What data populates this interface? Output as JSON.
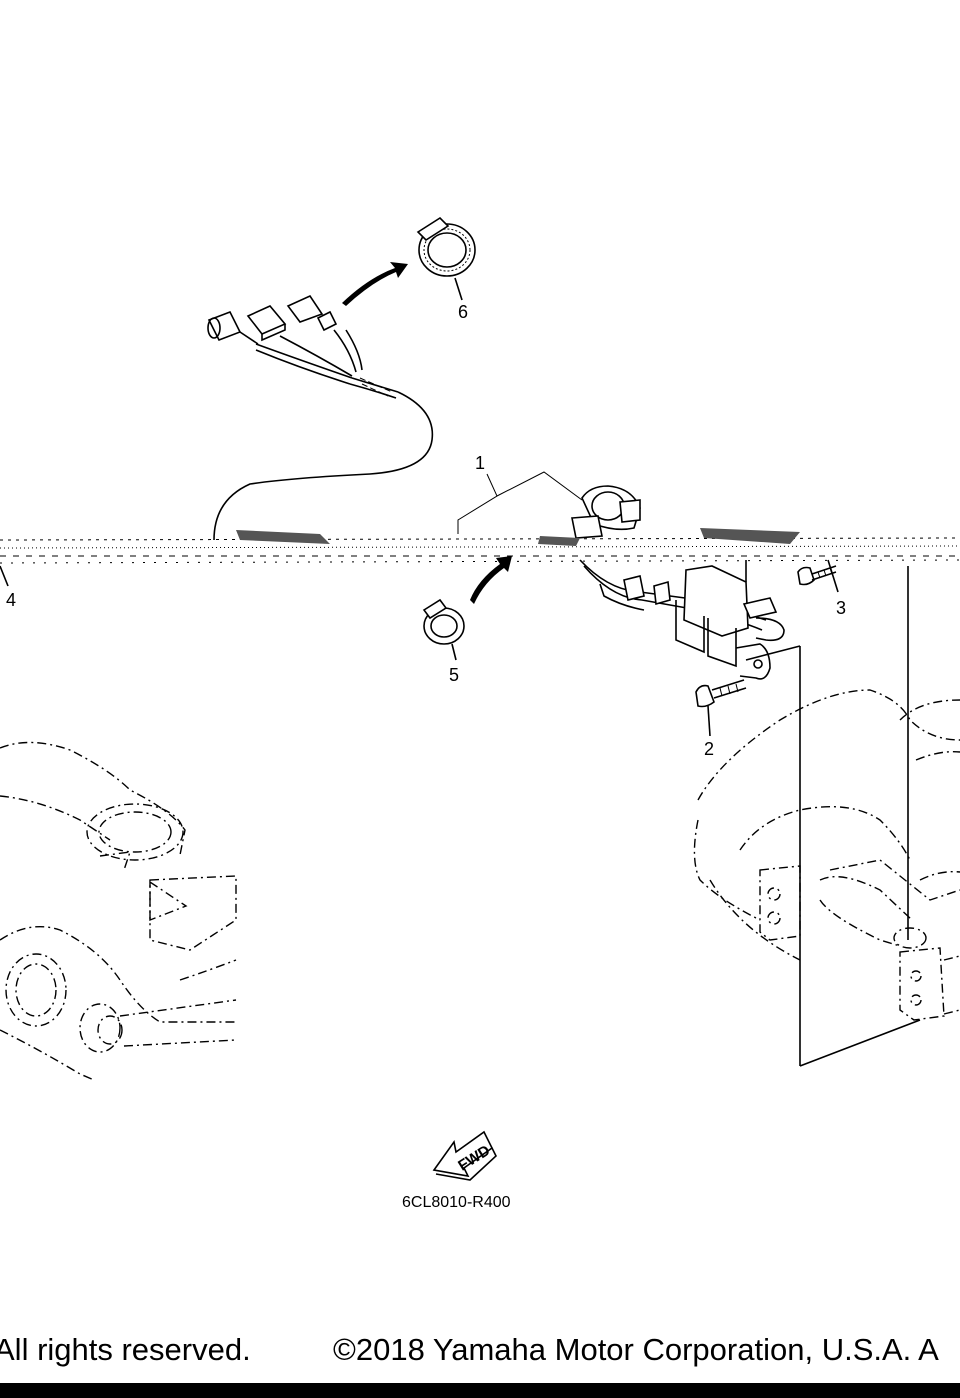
{
  "diagram": {
    "callouts": [
      "1",
      "2",
      "3",
      "4",
      "5",
      "6"
    ],
    "drawing_code": "6CL8010-R400",
    "direction_mark": "FWD"
  },
  "footer": {
    "left_text": "All rights reserved.",
    "right_text": "©2018 Yamaha Motor Corporation, U.S.A. A"
  },
  "colors": {
    "line": "#000000",
    "background": "#ffffff"
  }
}
